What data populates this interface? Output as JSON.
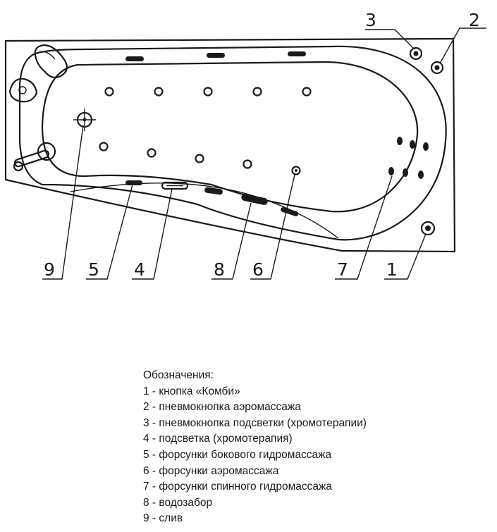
{
  "callouts": {
    "n1": "1",
    "n2": "2",
    "n3": "3",
    "n4": "4",
    "n5": "5",
    "n6": "6",
    "n7": "7",
    "n8": "8",
    "n9": "9"
  },
  "legend": {
    "title": "Обозначения:",
    "items": [
      "1 - кнопка «Комби»",
      "2 - пневмокнопка аэромассажа",
      "3 - пневмокнопка подсветки (хромотерапии)",
      "4 - подсветка (хромотерапия)",
      "5 - форсунки бокового гидромассажа",
      "6 - форсунки аэромассажа",
      "7 - форсунки спинного гидромассажа",
      "8 - водозабор",
      "9 - слив"
    ]
  },
  "colors": {
    "ink": "#1a1a1a",
    "background": "#ffffff"
  }
}
